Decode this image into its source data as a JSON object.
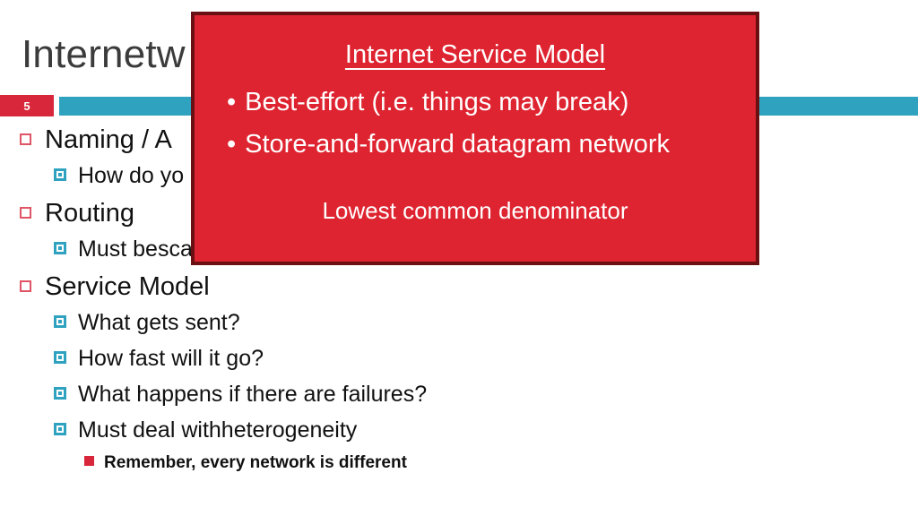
{
  "slide": {
    "title": "Internetw",
    "number": "5",
    "accent_teal": "#2FA2C0",
    "accent_red": "#D8273A",
    "title_color": "#3b3b3b"
  },
  "outline": [
    {
      "level": 1,
      "text": "Naming / A",
      "bullet": "hollow-red-square"
    },
    {
      "level": 2,
      "text": "How do yo",
      "bullet": "teal-square"
    },
    {
      "level": 1,
      "text": "Routing",
      "bullet": "hollow-red-square"
    },
    {
      "level": 2,
      "text": "Must be ",
      "highlight": "sca",
      "bullet": "teal-square"
    },
    {
      "level": 1,
      "text": "Service Model",
      "bullet": "hollow-red-square"
    },
    {
      "level": 2,
      "text": "What gets sent?",
      "bullet": "teal-square"
    },
    {
      "level": 2,
      "text": "How fast will it go?",
      "bullet": "teal-square"
    },
    {
      "level": 2,
      "text": "What happens if there are failures?",
      "bullet": "teal-square"
    },
    {
      "level": 2,
      "text": "Must deal with ",
      "highlight": "heterogeneity",
      "bullet": "teal-square"
    },
    {
      "level": 3,
      "text": "Remember, every network is different",
      "bullet": "filled-red-square"
    }
  ],
  "callout": {
    "heading": "Internet Service Model",
    "bullets": [
      "Best-effort (i.e. things may break)",
      "Store-and-forward datagram network"
    ],
    "bullet_glyph": "•",
    "footer": "Lowest common denominator",
    "fill": "#DE2430",
    "border": "#6B1012"
  }
}
